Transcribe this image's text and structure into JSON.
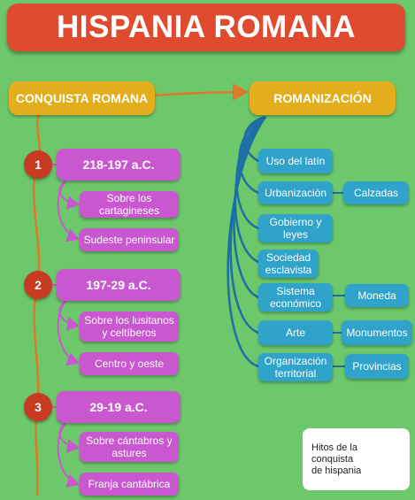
{
  "title": "HISPANIA ROMANA",
  "conquista": {
    "label": "CONQUISTA ROMANA",
    "phases": [
      {
        "number": "1",
        "period": "218-197 a.C.",
        "items": [
          "Sobre los\ncartagineses",
          "Sudeste peninsular"
        ]
      },
      {
        "number": "2",
        "period": "197-29 a.C.",
        "items": [
          "Sobre los lusitanos\ny celtíberos",
          "Centro y oeste"
        ]
      },
      {
        "number": "3",
        "period": "29-19 a.C.",
        "items": [
          "Sobre cántabros y\nastures",
          "Franja cantábrica"
        ]
      }
    ]
  },
  "romanizacion": {
    "label": "ROMANIZACIÓN",
    "items": [
      {
        "label": "Uso del latín"
      },
      {
        "label": "Urbanización",
        "detail": "Calzadas"
      },
      {
        "label": "Gobierno y\nleyes"
      },
      {
        "label": "Sociedad\nesclavista"
      },
      {
        "label": "Sistema\neconómico",
        "detail": "Moneda"
      },
      {
        "label": "Arte",
        "detail": "Monumentos"
      },
      {
        "label": "Organización\nterritorial",
        "detail": "Provincias"
      }
    ]
  },
  "note": "Hitos de la conquista\nde hispania",
  "colors": {
    "background": "#6dc86b",
    "title": "#e04a2f",
    "gold": "#e3ad1b",
    "circle": "#c93a22",
    "magenta": "#c957cf",
    "blue": "#2fa3c9",
    "orange_line": "#e0782a",
    "blue_line": "#1d6fa5"
  }
}
